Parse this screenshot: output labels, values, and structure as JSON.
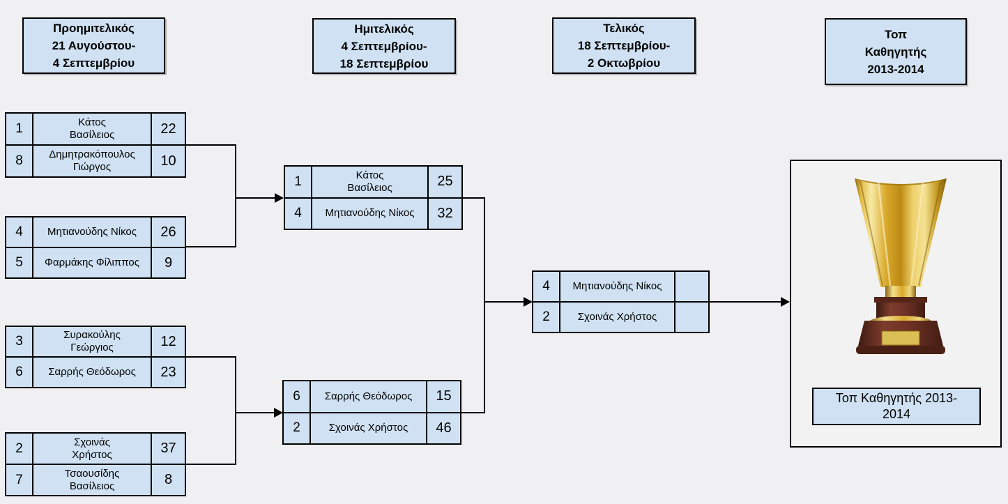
{
  "colors": {
    "background": "#f0f0f2",
    "box_fill": "#cfe1f2",
    "border": "#000000",
    "trophy_gold": "#d9a92c",
    "trophy_base": "#6e3126"
  },
  "headers": [
    {
      "id": "quarterfinal-round",
      "text": "Προημιτελικός\n21 Αυγούστου-\n4 Σεπτεμβρίου"
    },
    {
      "id": "semifinal-round",
      "text": "Ημιτελικός\n4 Σεπτεμβρίου-\n18 Σεπτεμβρίου"
    },
    {
      "id": "final-round",
      "text": "Τελικός\n18 Σεπτεμβρίου-\n2 Οκτωβρίου"
    },
    {
      "id": "champion-title",
      "text": "Τοπ\nΚαθηγητής\n2013-2014"
    }
  ],
  "matches": [
    {
      "round": "quarterfinal",
      "players": [
        {
          "seed": "1",
          "name": "Κάτος\nΒασίλειος",
          "score": "22"
        },
        {
          "seed": "8",
          "name": "Δημητρακόπουλος\nΓιώργος",
          "score": "10"
        }
      ]
    },
    {
      "round": "quarterfinal",
      "players": [
        {
          "seed": "4",
          "name": "Μητιανούδης Νίκος",
          "score": "26"
        },
        {
          "seed": "5",
          "name": "Φαρμάκης Φίλιππος",
          "score": "9"
        }
      ]
    },
    {
      "round": "quarterfinal",
      "players": [
        {
          "seed": "3",
          "name": "Συρακούλης\nΓεώργιος",
          "score": "12"
        },
        {
          "seed": "6",
          "name": "Σαρρής Θεόδωρος",
          "score": "23"
        }
      ]
    },
    {
      "round": "quarterfinal",
      "players": [
        {
          "seed": "2",
          "name": "Σχοινάς\nΧρήστος",
          "score": "37"
        },
        {
          "seed": "7",
          "name": "Τσαουσίδης\nΒασίλειος",
          "score": "8"
        }
      ]
    },
    {
      "round": "semifinal",
      "players": [
        {
          "seed": "1",
          "name": "Κάτος\nΒασίλειος",
          "score": "25"
        },
        {
          "seed": "4",
          "name": "Μητιανούδης Νίκος",
          "score": "32"
        }
      ]
    },
    {
      "round": "semifinal",
      "players": [
        {
          "seed": "6",
          "name": "Σαρρής Θεόδωρος",
          "score": "15"
        },
        {
          "seed": "2",
          "name": "Σχοινάς Χρήστος",
          "score": "46"
        }
      ]
    },
    {
      "round": "final",
      "players": [
        {
          "seed": "4",
          "name": "Μητιανούδης Νίκος",
          "score": ""
        },
        {
          "seed": "2",
          "name": "Σχοινάς Χρήστος",
          "score": ""
        }
      ]
    }
  ],
  "champion_box": {
    "label": "Τοπ Καθηγητής 2013-\n2014",
    "trophy_icon": "gold-cup-trophy"
  }
}
